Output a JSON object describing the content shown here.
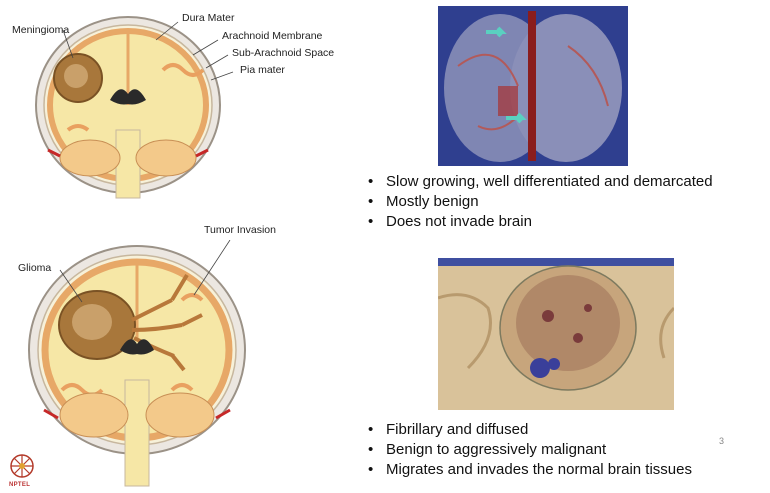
{
  "diagram_top": {
    "labels": {
      "meningioma": "Meningioma",
      "dura": "Dura Mater",
      "arachnoid": "Arachnoid Membrane",
      "subarachnoid": "Sub-Arachnoid Space",
      "pia": "Pia mater"
    }
  },
  "diagram_bottom": {
    "labels": {
      "glioma": "Glioma",
      "invasion": "Tumor Invasion"
    }
  },
  "bullets_top": [
    "Slow growing, well differentiated and demarcated",
    "Mostly benign",
    "Does not invade brain"
  ],
  "bullets_bottom": [
    "Fibrillary and diffused",
    "Benign to aggressively malignant",
    "Migrates and invades the normal brain tissues"
  ],
  "page_number": "3",
  "logo": {
    "text": "NPTEL",
    "color": "#b33a2a"
  },
  "colors": {
    "tissue": "#f6e7a6",
    "cortex": "#f3b97a",
    "tumor": "#a8773b",
    "photo_blue": "#5a6fa8"
  }
}
